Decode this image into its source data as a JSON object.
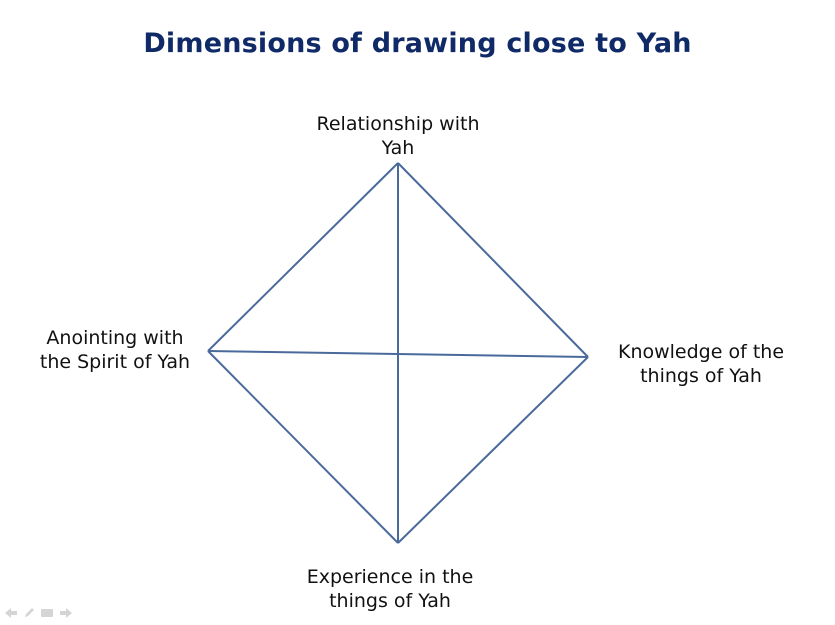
{
  "title": "Dimensions of drawing close to Yah",
  "nodes": {
    "top": {
      "line1": "Relationship with",
      "line2": "Yah"
    },
    "left": {
      "line1": "Anointing with",
      "line2": "the Spirit of Yah"
    },
    "right": {
      "line1": "Knowledge of the",
      "line2": "things of Yah"
    },
    "bottom": {
      "line1": "Experience in the",
      "line2": "things of Yah"
    }
  },
  "colors": {
    "title": "#0f2a66",
    "lines": "#4a6a9b",
    "text": "#111111"
  },
  "nav_icons": [
    "prev-arrow-icon",
    "pen-icon",
    "menu-icon",
    "next-arrow-icon"
  ]
}
